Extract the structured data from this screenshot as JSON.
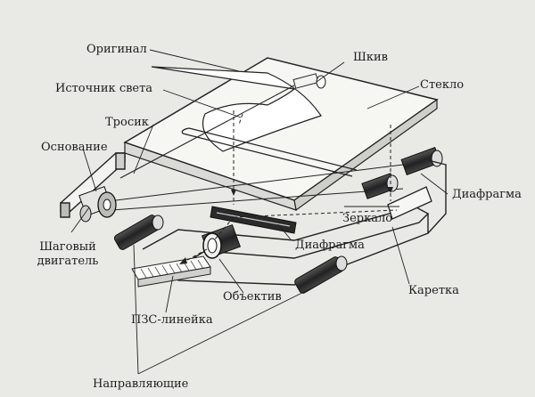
{
  "labels": {
    "original": "Оригинал",
    "light_source": "Источник света",
    "cable": "Тросик",
    "base": "Основание",
    "stepper_line1": "Шаговый",
    "stepper_line2": "двигатель",
    "pulley": "Шкив",
    "glass": "Стекло",
    "diaphragm_right": "Диафрагма",
    "mirror": "Зеркало",
    "diaphragm_center": "Диафрагма",
    "lens": "Объектив",
    "carriage": "Каретка",
    "ccd_line": "ПЗС-линейка",
    "guides": "Направляющие"
  }
}
